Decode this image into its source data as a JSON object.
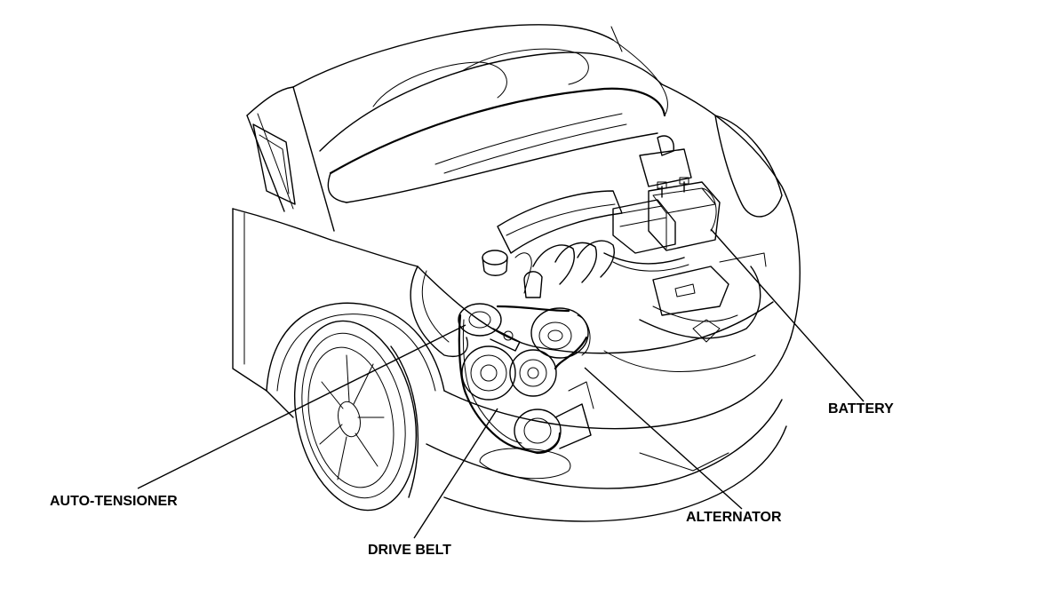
{
  "labels": {
    "battery": "BATTERY",
    "auto_tensioner": "AUTO-TENSIONER",
    "alternator": "ALTERNATOR",
    "drive_belt": "DRIVE BELT"
  },
  "colors": {
    "line": "#000000",
    "background": "#ffffff"
  }
}
